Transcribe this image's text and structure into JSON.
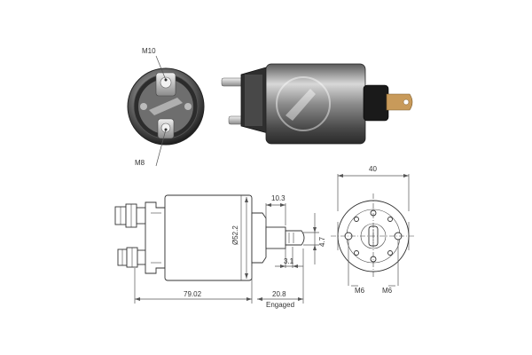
{
  "labels": {
    "m10": "M10",
    "m8": "M8",
    "width_40": "40",
    "dim_10_3": "10.3",
    "dim_52_2": "Ø52.2",
    "dim_4_7": "4.7",
    "dim_3_1": "3.1",
    "dim_79_02": "79.02",
    "dim_20_8": "20.8",
    "engaged": "Engaged",
    "m6_left": "M6",
    "m6_right": "M6"
  },
  "colors": {
    "ink": "#333333",
    "body_grey": "#9a9a9a",
    "body_dark": "#3a3a3a",
    "cap_black": "#1a1a1a",
    "copper": "#c89a5a"
  }
}
